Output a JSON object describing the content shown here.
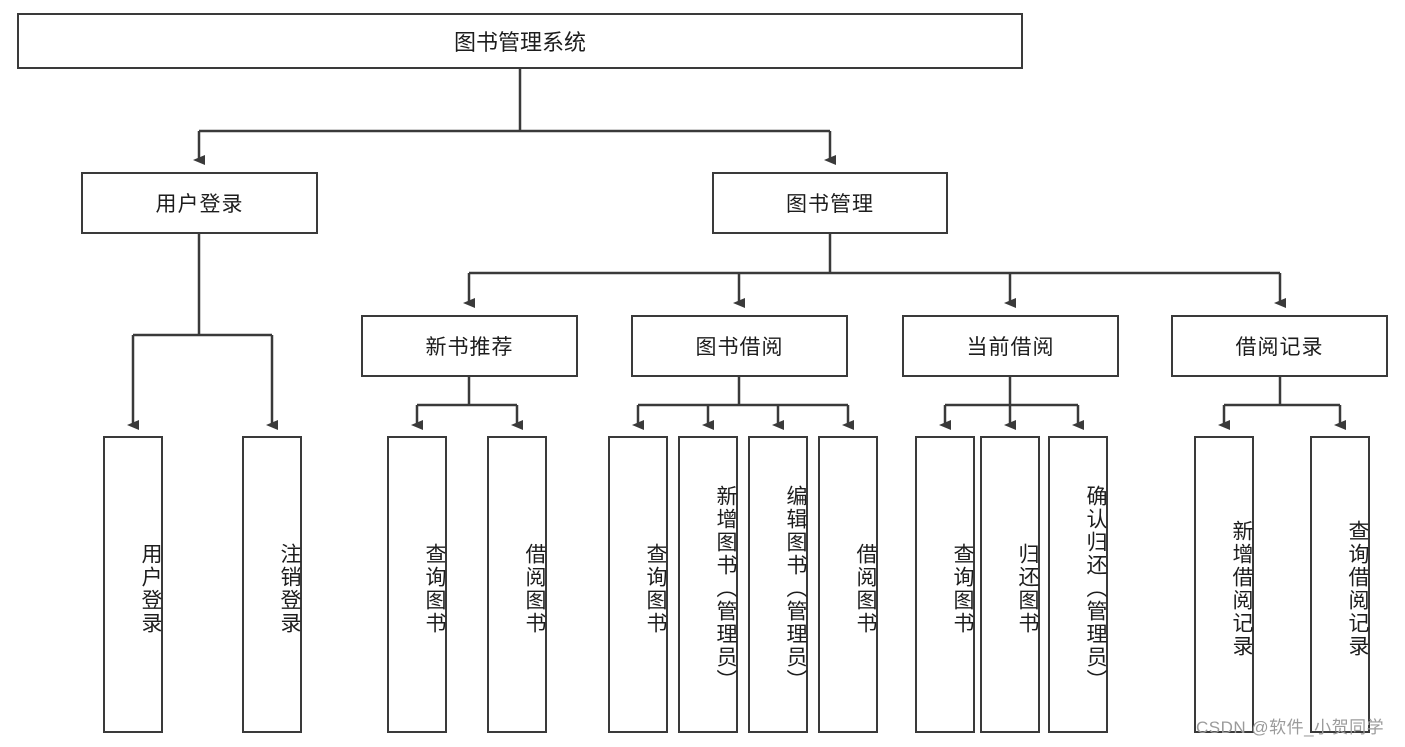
{
  "diagram": {
    "title": "图书管理系统",
    "type": "tree-hierarchy",
    "root": {
      "id": "root",
      "label": "图书管理系统"
    },
    "level2": [
      {
        "id": "user-login",
        "label": "用户登录"
      },
      {
        "id": "book-manage",
        "label": "图书管理"
      }
    ],
    "level3": [
      {
        "id": "new-book-recommend",
        "label": "新书推荐"
      },
      {
        "id": "book-borrow",
        "label": "图书借阅"
      },
      {
        "id": "current-borrow",
        "label": "当前借阅"
      },
      {
        "id": "borrow-record",
        "label": "借阅记录"
      }
    ],
    "leaves": {
      "user_login": [
        {
          "id": "leaf-user-login",
          "label": "用户登录"
        },
        {
          "id": "leaf-logout-login",
          "label": "注销登录"
        }
      ],
      "new_book_recommend": [
        {
          "id": "leaf-query-book-1",
          "label": "查询图书"
        },
        {
          "id": "leaf-borrow-book-1",
          "label": "借阅图书"
        }
      ],
      "book_borrow": [
        {
          "id": "leaf-query-book-2",
          "label": "查询图书"
        },
        {
          "id": "leaf-add-book",
          "label": "新增图书（管理员）"
        },
        {
          "id": "leaf-edit-book",
          "label": "编辑图书（管理员）"
        },
        {
          "id": "leaf-borrow-book-2",
          "label": "借阅图书"
        }
      ],
      "current_borrow": [
        {
          "id": "leaf-query-book-3",
          "label": "查询图书"
        },
        {
          "id": "leaf-return-book",
          "label": "归还图书"
        },
        {
          "id": "leaf-confirm-return",
          "label": "确认归还（管理员）"
        }
      ],
      "borrow_record": [
        {
          "id": "leaf-add-record",
          "label": "新增借阅记录"
        },
        {
          "id": "leaf-query-record",
          "label": "查询借阅记录"
        }
      ]
    }
  },
  "watermark": {
    "text": "CSDN @软件_小贺同学"
  },
  "colors": {
    "border": "#3a3a3a",
    "text": "#1d1d1d",
    "background": "#ffffff",
    "watermark": "#9b9b9b"
  }
}
